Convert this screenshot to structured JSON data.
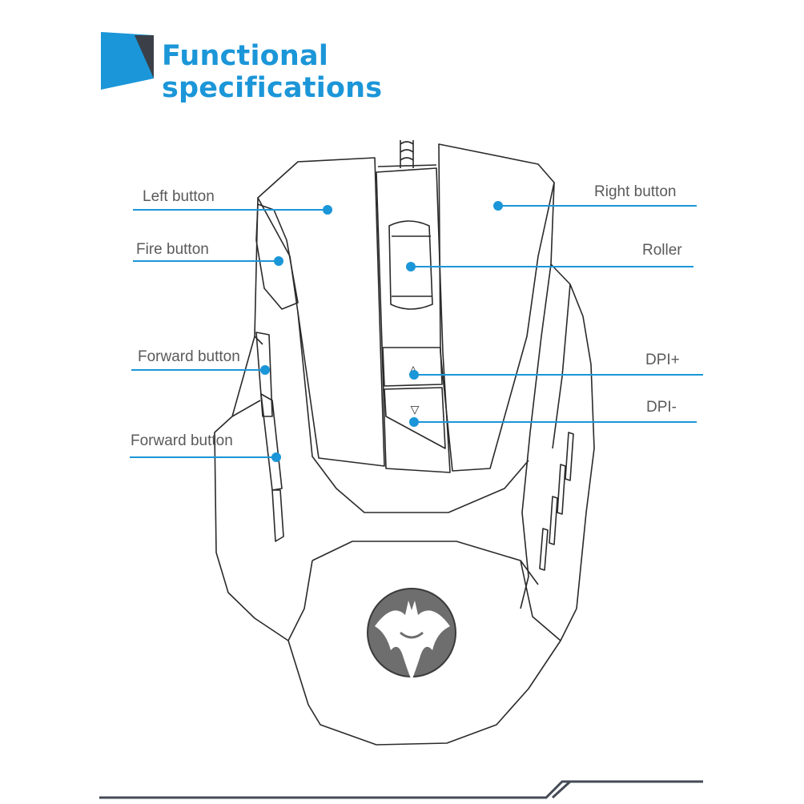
{
  "title": "Functional specifications",
  "colors": {
    "accent": "#1b96d8",
    "accent_dark": "#444b55",
    "outline": "#2a2a2a",
    "text": "#5a5a5a",
    "logo": "#6e6e6e"
  },
  "labels": {
    "left_button": "Left button",
    "fire_button": "Fire button",
    "forward_button_1": "Forward button",
    "forward_button_2": "Forward button",
    "right_button": "Right button",
    "roller": "Roller",
    "dpi_plus": "DPI+",
    "dpi_minus": "DPI-"
  },
  "icons": {
    "dpi_up": "△",
    "dpi_down": "▽",
    "logo": "bat-emblem-icon"
  }
}
